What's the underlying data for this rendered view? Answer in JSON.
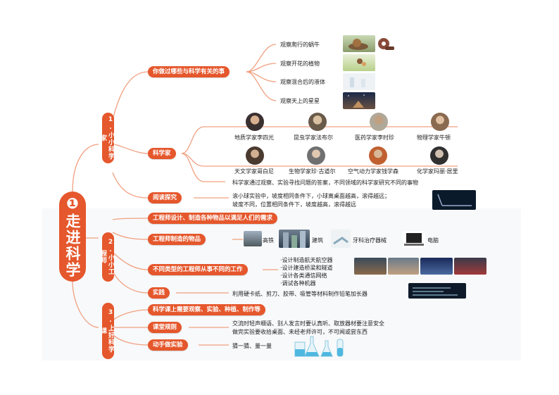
{
  "root": {
    "title": "❶走进科学"
  },
  "sections": [
    {
      "label": "1.小小科学家",
      "branches": [
        {
          "label": "你做过哪些与科学有关的事",
          "items": [
            "观察爬行的蜗牛",
            "观察开花的植物",
            "观察混合后的液体",
            "观察天上的星星"
          ]
        },
        {
          "label": "科学家",
          "scientists": [
            "地质学家李四光",
            "昆虫学家法布尔",
            "医药学家李时珍",
            "物理学家牛顿",
            "天文学家哥白尼",
            "生物学家珍·古道尔",
            "空气动力学家钱学森",
            "化学家玛丽·居里"
          ],
          "note": "科学家通过观察、实验寻找问题的答案，不同领域的科学家研究不同的事物"
        },
        {
          "label": "阅读探究",
          "text_line1": "滚小球实验中，坡度相同条件下，小球离桌面越高，滚得越远；",
          "text_line2": "坡度不同，位置相同条件下，坡度越高，滚得越远"
        }
      ]
    },
    {
      "label": "2.小小工程师",
      "branches": [
        {
          "label": "工程师设计、制造各种物品以满足人们的需求"
        },
        {
          "label": "工程师制造的物品",
          "items": [
            "高铁",
            "建筑",
            "牙科治疗器械",
            "电脑"
          ]
        },
        {
          "label": "不同类型的工程师从事不同的工作",
          "items": [
            "·设计制造航天航空器",
            "·设计建造桥梁和隧道",
            "·设计各类通信网络",
            "·调试各种机器"
          ]
        },
        {
          "label": "实践",
          "text": "利用硬卡纸、剪刀、胶带、吸管等材料制作铅笔加长器"
        }
      ]
    },
    {
      "label": "3.上好科学课",
      "branches": [
        {
          "label": "科学课上需要观察、实验、种植、制作等"
        },
        {
          "label": "课堂规则",
          "text_line1": "交流时轻声细语、别人发言时要认真听、取放器材要注意安全",
          "text_line2": "做完实验要收拾桌面、未经老师许可，不可闻或尝东西"
        },
        {
          "label": "动手做实验",
          "text": "猜一猜、量一量"
        }
      ]
    }
  ],
  "colors": {
    "accent": "#e5572c",
    "line": "#f0a080"
  }
}
